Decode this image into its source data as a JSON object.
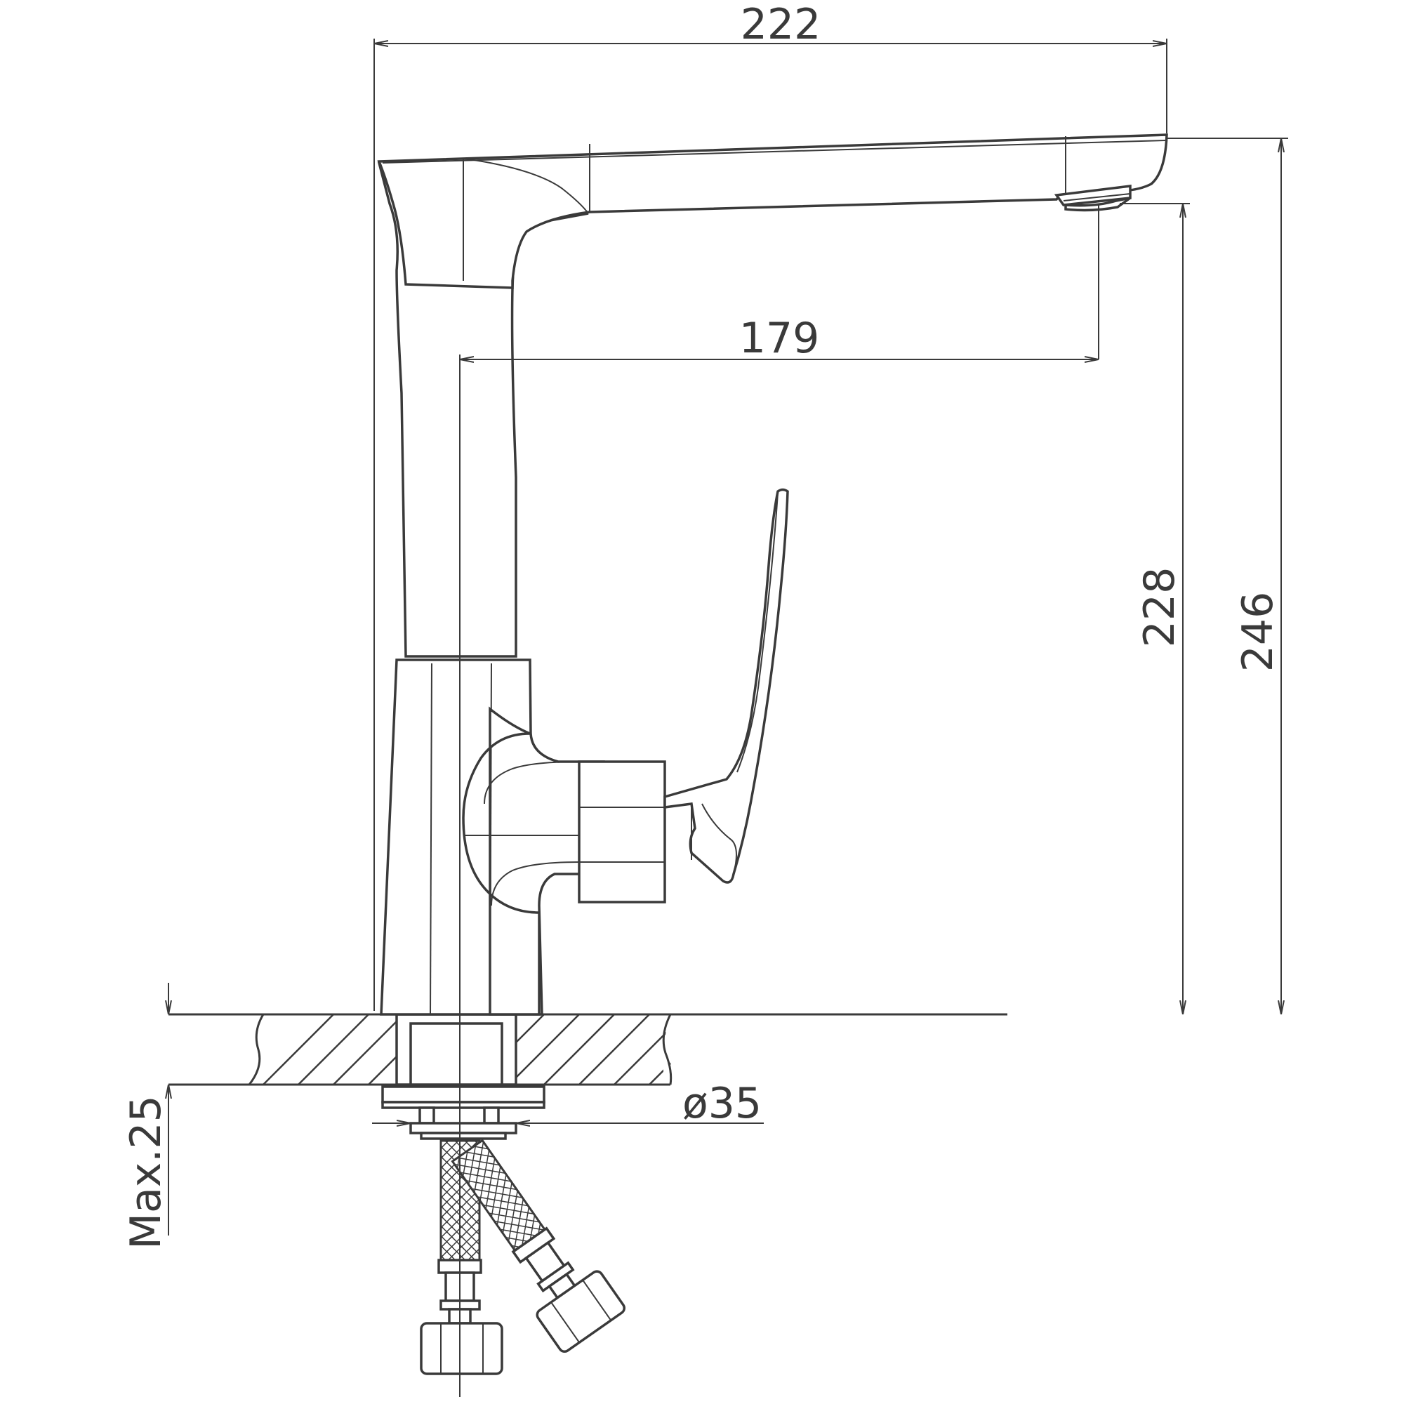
{
  "dimensions": {
    "overall_length": "222",
    "spout_reach": "179",
    "spout_height": "228",
    "total_height": "246",
    "hole_diameter": "ø35",
    "max_thickness": "Max.25"
  },
  "colors": {
    "line": "#3a3a3a",
    "background": "#ffffff"
  }
}
